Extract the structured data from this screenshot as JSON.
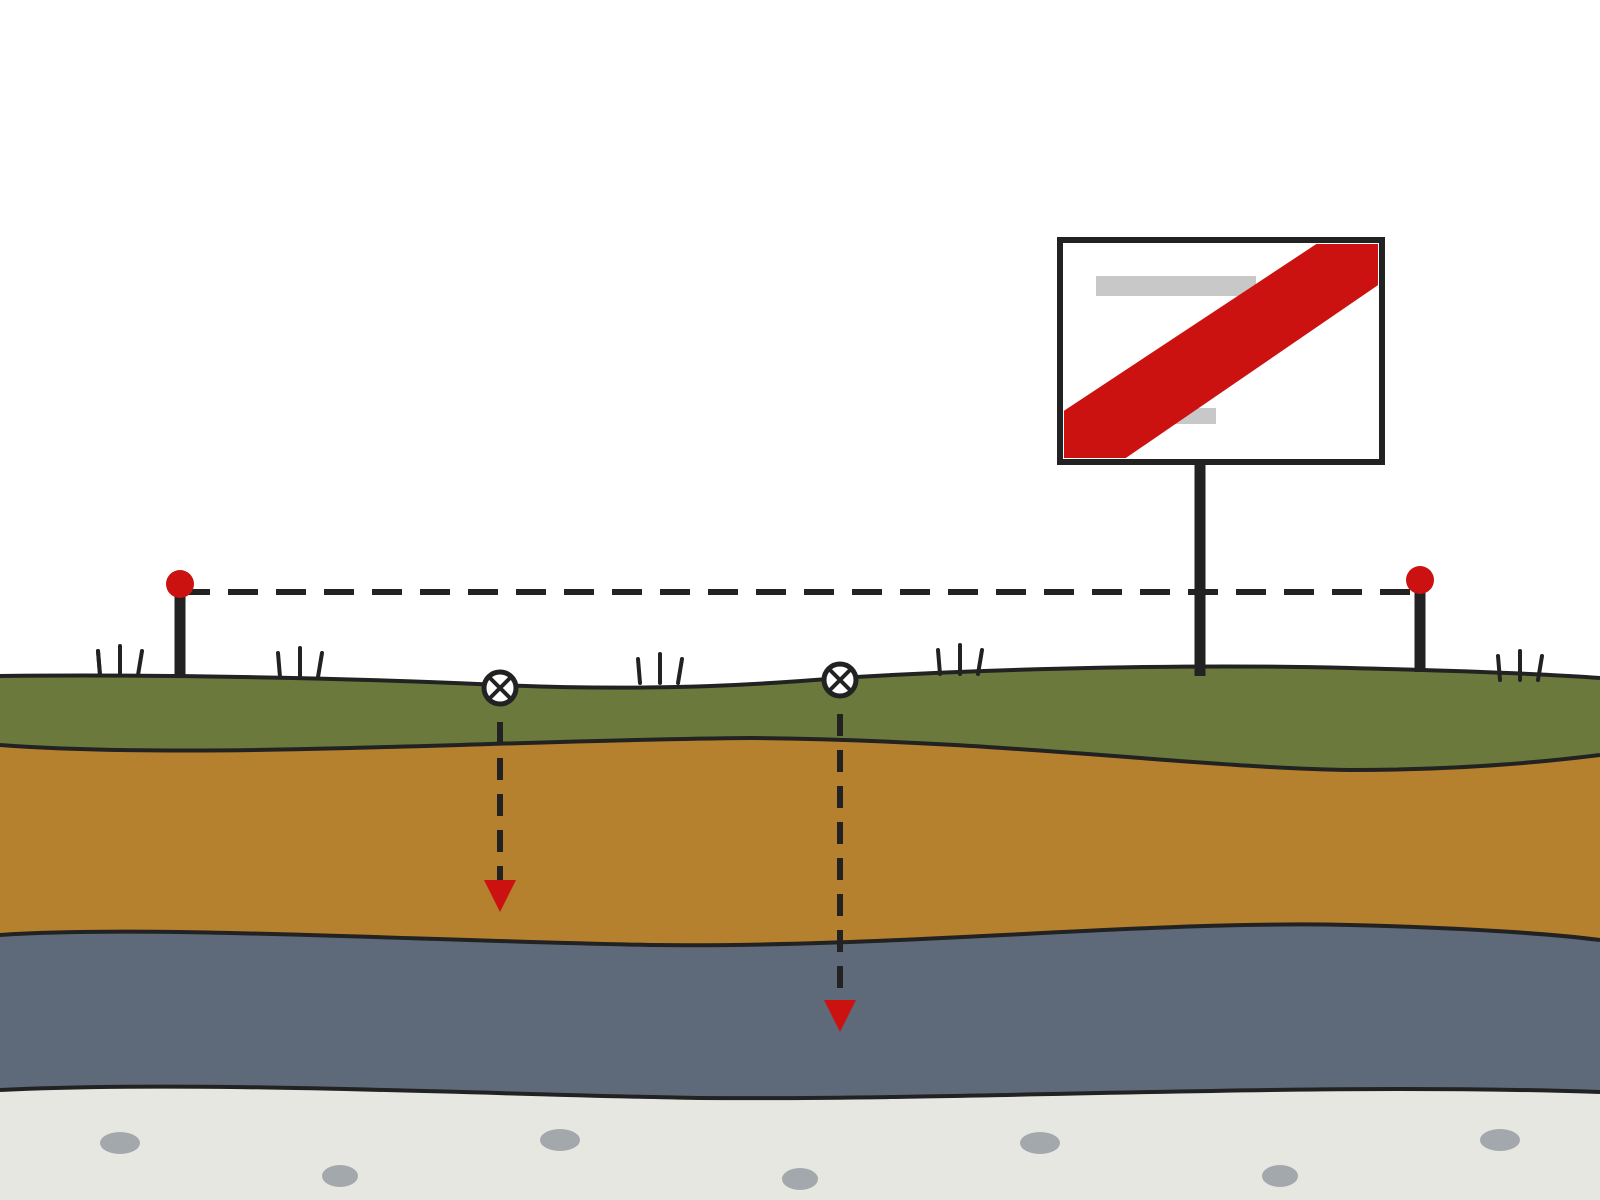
{
  "colors": {
    "background": "#ffffff",
    "topsoil": "#6b7a3c",
    "subsoil": "#b6812e",
    "clay_layer": "#5e6a7a",
    "bedrock": "#e7e7e1",
    "pebble": "#a3a8ad",
    "outline": "#222222",
    "marker_red": "#cc1111",
    "sign_stripe": "#cc1111",
    "sign_placeholder": "#c8c8c8"
  },
  "icons": {
    "survey_marker": "red-ball-stake",
    "probe_point": "circled-x",
    "depth_arrow": "red-down-triangle",
    "grass": "grass-tuft"
  },
  "layers": [
    {
      "name": "topsoil-layer"
    },
    {
      "name": "subsoil-layer"
    },
    {
      "name": "clay-layer"
    },
    {
      "name": "bedrock-layer"
    }
  ],
  "survey_markers": [
    {
      "name": "survey-marker-left"
    },
    {
      "name": "survey-marker-right"
    }
  ],
  "probes": [
    {
      "name": "probe-shallow",
      "reaches_layer": "subsoil-layer"
    },
    {
      "name": "probe-deep",
      "reaches_layer": "clay-layer"
    }
  ],
  "sign": {
    "type": "end-of-zone-sign",
    "text_placeholders": 2
  }
}
